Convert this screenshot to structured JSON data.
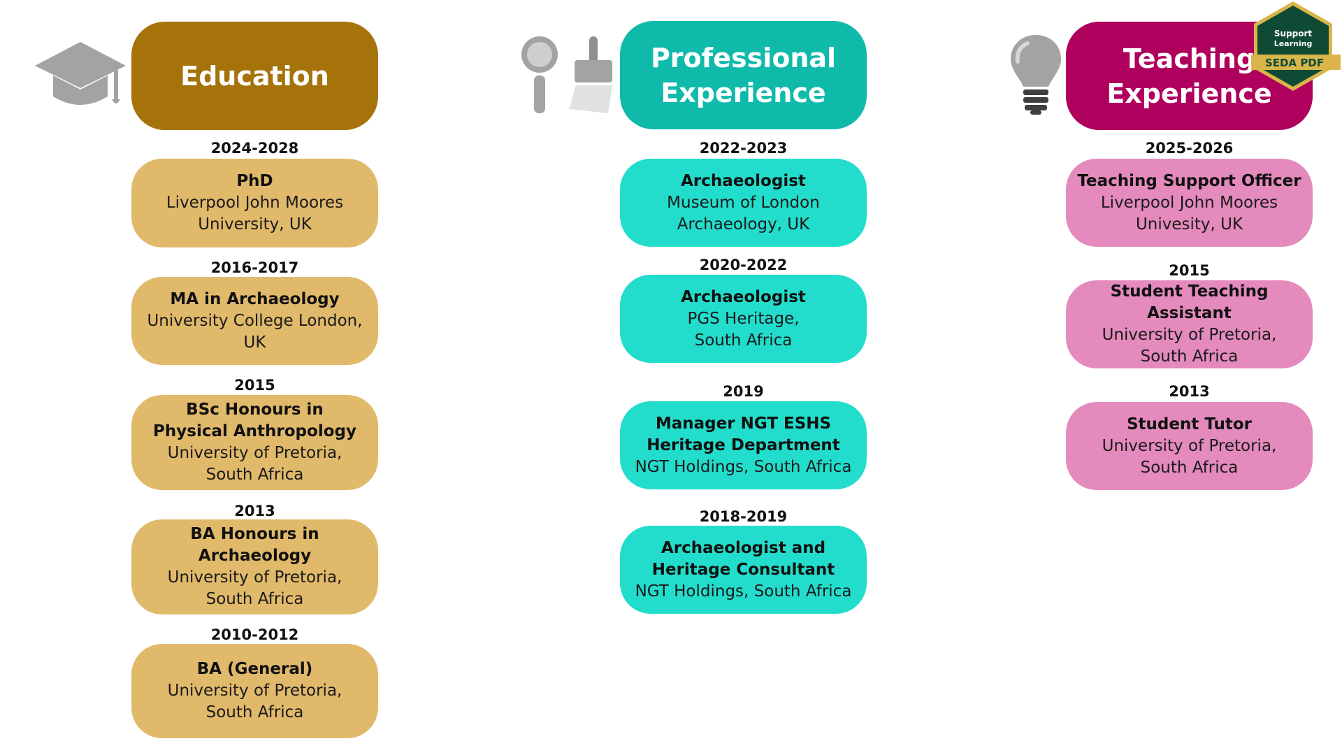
{
  "colors": {
    "education_header": "#a5730a",
    "education_card": "#e1b96b",
    "professional_header": "#10baab",
    "professional_card": "#22ddcc",
    "teaching_header": "#b0005d",
    "teaching_card": "#e48abd",
    "icon_gray": "#a3a3a3",
    "badge_green": "#0f4a35",
    "badge_gold": "#d9b54a"
  },
  "icons": {
    "education": "graduation-cap-icon",
    "professional": "magnifier-and-brush-icon",
    "teaching": "light-bulb-icon"
  },
  "badge": {
    "line1": "Support",
    "line2": "Learning",
    "label": "SEDA PDF"
  },
  "education": {
    "title": "Education",
    "items": [
      {
        "year": "2024-2028",
        "title": "PhD",
        "line1": "Liverpool John Moores",
        "line2": "University, UK"
      },
      {
        "year": "2016-2017",
        "title": "MA in Archaeology",
        "line1": "University College London, UK"
      },
      {
        "year": "2015",
        "title": "BSc Honours in Physical Anthropology",
        "line1": "University of Pretoria, South Africa"
      },
      {
        "year": "2013",
        "title": "BA Honours in Archaeology",
        "line1": "University of Pretoria, South Africa"
      },
      {
        "year": "2010-2012",
        "title": "BA (General)",
        "line1": "University of Pretoria, South Africa"
      }
    ]
  },
  "professional": {
    "title_line1": "Professional",
    "title_line2": "Experience",
    "items": [
      {
        "year": "2022-2023",
        "title": "Archaeologist",
        "line1": "Museum of London",
        "line2": "Archaeology, UK"
      },
      {
        "year": "2020-2022",
        "title": "Archaeologist",
        "line1": "PGS Heritage,",
        "line2": "South Africa"
      },
      {
        "year": "2019",
        "title": "Manager NGT ESHS Heritage Department",
        "line1": "NGT Holdings, South Africa"
      },
      {
        "year": "2018-2019",
        "title": "Archaeologist and Heritage Consultant",
        "line1": "NGT Holdings, South Africa"
      }
    ]
  },
  "teaching": {
    "title_line1": "Teaching",
    "title_line2": "Experience",
    "items": [
      {
        "year": "2025-2026",
        "title": "Teaching Support Officer",
        "line1": "Liverpool John Moores",
        "line2": "Univesity, UK"
      },
      {
        "year": "2015",
        "title": "Student Teaching Assistant",
        "line1": "University of Pretoria,",
        "line2": "South Africa"
      },
      {
        "year": "2013",
        "title": "Student Tutor",
        "line1": "University of Pretoria,",
        "line2": "South Africa"
      }
    ]
  }
}
